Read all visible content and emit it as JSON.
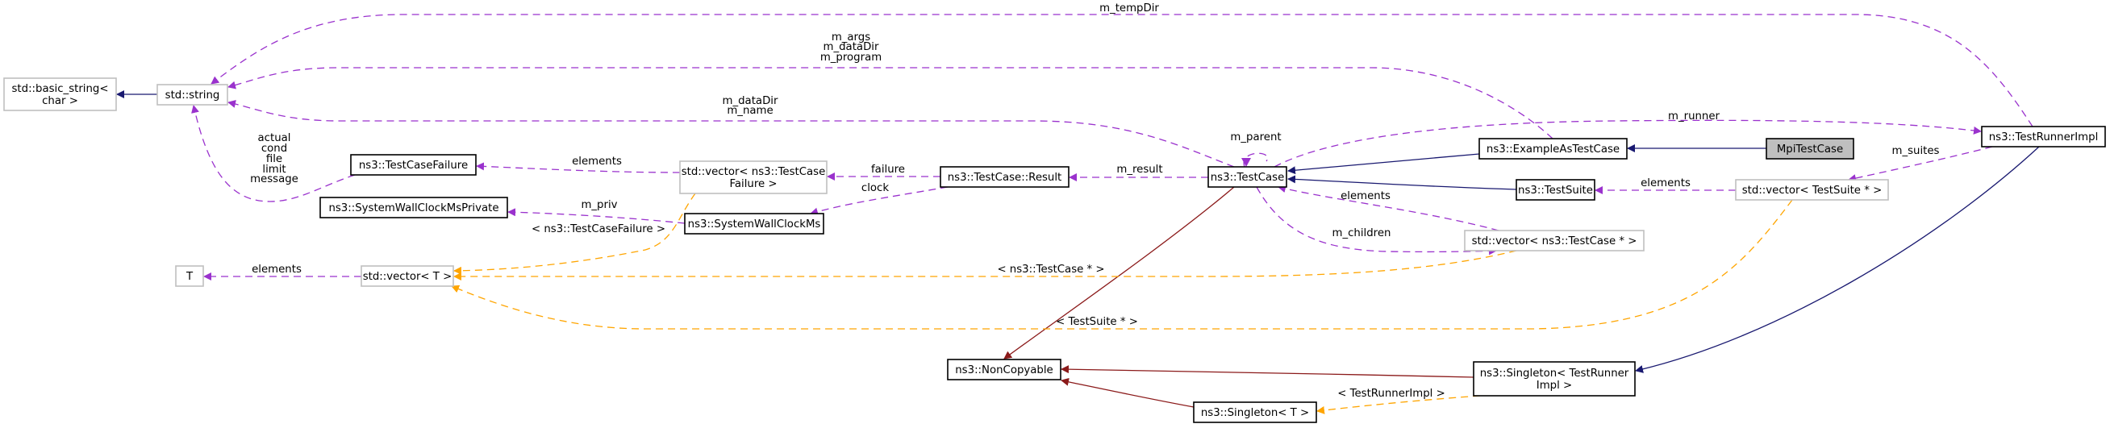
{
  "diagram": {
    "title": "MpiTestCase collaboration graph",
    "colors": {
      "inheritance_public": "#191970",
      "inheritance_private": "#8b1a1a",
      "usage": "#9a32cd",
      "template": "#ffa500",
      "node_border_documented": "#000000",
      "node_border_external": "#bfbfbf",
      "node_fill": "#ffffff",
      "focus_fill": "#bfbfbf"
    },
    "nodes": [
      {
        "id": "mpitestcase",
        "lines": [
          "MpiTestCase"
        ],
        "kind": "focus"
      },
      {
        "id": "exampleastestcase",
        "lines": [
          "ns3::ExampleAsTestCase"
        ],
        "kind": "documented"
      },
      {
        "id": "testcase",
        "lines": [
          "ns3::TestCase"
        ],
        "kind": "documented"
      },
      {
        "id": "testcase-result",
        "lines": [
          "ns3::TestCase::Result"
        ],
        "kind": "documented"
      },
      {
        "id": "testcasefailure",
        "lines": [
          "ns3::TestCaseFailure"
        ],
        "kind": "documented"
      },
      {
        "id": "systemwallclockmsprivate",
        "lines": [
          "ns3::SystemWallClockMsPrivate"
        ],
        "kind": "documented"
      },
      {
        "id": "systemwallclockms",
        "lines": [
          "ns3::SystemWallClockMs"
        ],
        "kind": "documented"
      },
      {
        "id": "testsuite",
        "lines": [
          "ns3::TestSuite"
        ],
        "kind": "documented"
      },
      {
        "id": "testrunnerimpl",
        "lines": [
          "ns3::TestRunnerImpl"
        ],
        "kind": "documented"
      },
      {
        "id": "noncopyable",
        "lines": [
          "ns3::NonCopyable"
        ],
        "kind": "documented"
      },
      {
        "id": "singleton-testrunnerimpl",
        "lines": [
          "ns3::Singleton< TestRunner",
          "Impl >"
        ],
        "kind": "documented"
      },
      {
        "id": "singleton-t",
        "lines": [
          "ns3::Singleton< T >"
        ],
        "kind": "documented"
      },
      {
        "id": "std-basic-string",
        "lines": [
          "std::basic_string<",
          "char >"
        ],
        "kind": "external"
      },
      {
        "id": "std-string",
        "lines": [
          "std::string"
        ],
        "kind": "external"
      },
      {
        "id": "std-vector-testcasefailure",
        "lines": [
          "std::vector< ns3::TestCase",
          "Failure >"
        ],
        "kind": "external"
      },
      {
        "id": "std-vector-t",
        "lines": [
          "std::vector< T >"
        ],
        "kind": "external"
      },
      {
        "id": "t",
        "lines": [
          "T"
        ],
        "kind": "external"
      },
      {
        "id": "std-vector-testcase-ptr",
        "lines": [
          "std::vector< ns3::TestCase * >"
        ],
        "kind": "external"
      },
      {
        "id": "std-vector-testsuite-ptr",
        "lines": [
          "std::vector< TestSuite * >"
        ],
        "kind": "external"
      }
    ],
    "edges": [
      {
        "id": "e-mpi-example",
        "from": "mpitestcase",
        "to": "exampleastestcase",
        "type": "inheritance_public",
        "labels": []
      },
      {
        "id": "e-example-testcase",
        "from": "exampleastestcase",
        "to": "testcase",
        "type": "inheritance_public",
        "labels": []
      },
      {
        "id": "e-testsuite-testcase",
        "from": "testsuite",
        "to": "testcase",
        "type": "inheritance_public",
        "labels": []
      },
      {
        "id": "e-string-basic",
        "from": "std-string",
        "to": "std-basic-string",
        "type": "inheritance_public",
        "labels": []
      },
      {
        "id": "e-runner-singleton",
        "from": "testrunnerimpl",
        "to": "singleton-testrunnerimpl",
        "type": "inheritance_public",
        "labels": []
      },
      {
        "id": "e-testcase-noncopyable",
        "from": "testcase",
        "to": "noncopyable",
        "type": "inheritance_private",
        "labels": []
      },
      {
        "id": "e-singletonrunner-noncopyable",
        "from": "singleton-testrunnerimpl",
        "to": "noncopyable",
        "type": "inheritance_private",
        "labels": []
      },
      {
        "id": "e-singletont-noncopyable",
        "from": "singleton-t",
        "to": "noncopyable",
        "type": "inheritance_private",
        "labels": []
      },
      {
        "id": "e-runner-string",
        "from": "testrunnerimpl",
        "to": "std-string",
        "type": "usage",
        "labels": [
          "m_tempDir"
        ]
      },
      {
        "id": "e-example-string",
        "from": "exampleastestcase",
        "to": "std-string",
        "type": "usage",
        "labels": [
          "m_args",
          "m_dataDir",
          "m_program"
        ]
      },
      {
        "id": "e-testcase-string",
        "from": "testcase",
        "to": "std-string",
        "type": "usage",
        "labels": [
          "m_dataDir",
          "m_name"
        ]
      },
      {
        "id": "e-failure-string",
        "from": "testcasefailure",
        "to": "std-string",
        "type": "usage",
        "labels": [
          "actual",
          "cond",
          "file",
          "limit",
          "message"
        ]
      },
      {
        "id": "e-testcase-parent",
        "from": "testcase",
        "to": "testcase",
        "type": "usage",
        "labels": [
          "m_parent"
        ]
      },
      {
        "id": "e-testcase-runner",
        "from": "testcase",
        "to": "testrunnerimpl",
        "type": "usage",
        "labels": [
          "m_runner"
        ]
      },
      {
        "id": "e-testcase-result",
        "from": "testcase",
        "to": "testcase-result",
        "type": "usage",
        "labels": [
          "m_result"
        ]
      },
      {
        "id": "e-result-vectorfailure",
        "from": "testcase-result",
        "to": "std-vector-testcasefailure",
        "type": "usage",
        "labels": [
          "failure"
        ]
      },
      {
        "id": "e-result-clock",
        "from": "testcase-result",
        "to": "systemwallclockms",
        "type": "usage",
        "labels": [
          "clock"
        ]
      },
      {
        "id": "e-vectorfailure-failure",
        "from": "std-vector-testcasefailure",
        "to": "testcasefailure",
        "type": "usage",
        "labels": [
          "elements"
        ]
      },
      {
        "id": "e-clock-private",
        "from": "systemwallclockms",
        "to": "systemwallclockmsprivate",
        "type": "usage",
        "labels": [
          "m_priv"
        ]
      },
      {
        "id": "e-vectort-t",
        "from": "std-vector-t",
        "to": "t",
        "type": "usage",
        "labels": [
          "elements"
        ]
      },
      {
        "id": "e-vectortestcase-testcase",
        "from": "std-vector-testcase-ptr",
        "to": "testcase",
        "type": "usage",
        "labels": [
          "elements"
        ]
      },
      {
        "id": "e-testcase-children",
        "from": "testcase",
        "to": "std-vector-testcase-ptr",
        "type": "usage",
        "labels": [
          "m_children"
        ]
      },
      {
        "id": "e-vectorsuite-testsuite",
        "from": "std-vector-testsuite-ptr",
        "to": "testsuite",
        "type": "usage",
        "labels": [
          "elements"
        ]
      },
      {
        "id": "e-runner-suites",
        "from": "testrunnerimpl",
        "to": "std-vector-testsuite-ptr",
        "type": "usage",
        "labels": [
          "m_suites"
        ]
      },
      {
        "id": "e-vectorfailure-vectort",
        "from": "std-vector-testcasefailure",
        "to": "std-vector-t",
        "type": "template",
        "labels": [
          "< ns3::TestCaseFailure >"
        ]
      },
      {
        "id": "e-vectortestcase-vectort",
        "from": "std-vector-testcase-ptr",
        "to": "std-vector-t",
        "type": "template",
        "labels": [
          "< ns3::TestCase * >"
        ]
      },
      {
        "id": "e-vectorsuite-vectort",
        "from": "std-vector-testsuite-ptr",
        "to": "std-vector-t",
        "type": "template",
        "labels": [
          "< TestSuite * >"
        ]
      },
      {
        "id": "e-singletonrunner-singletont",
        "from": "singleton-testrunnerimpl",
        "to": "singleton-t",
        "type": "template",
        "labels": [
          "< TestRunnerImpl >"
        ]
      }
    ]
  }
}
